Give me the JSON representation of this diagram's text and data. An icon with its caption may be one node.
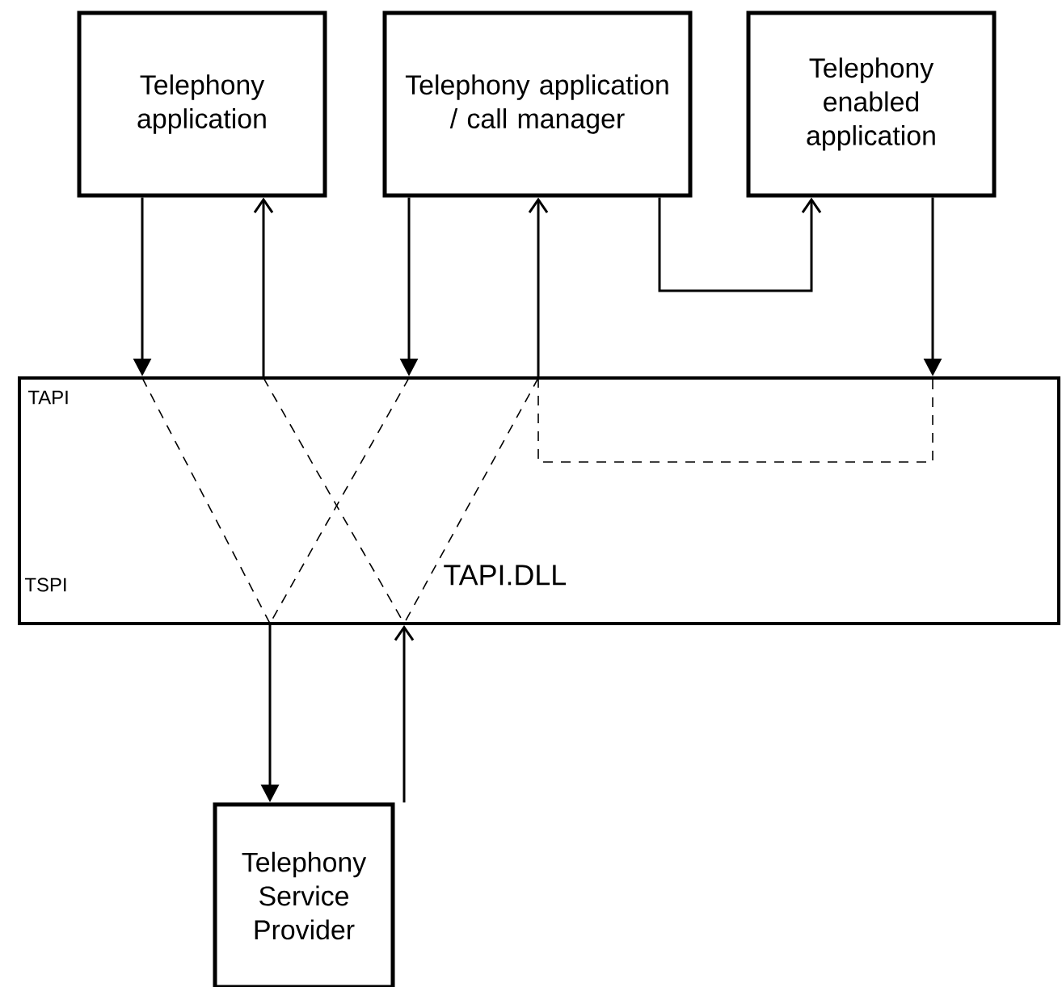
{
  "diagram": {
    "nodes": [
      {
        "text": [
          "Telephony application"
        ]
      },
      {
        "text": [
          "Telephony application / call manager"
        ]
      },
      {
        "text": [
          "Telephony enabled application"
        ]
      },
      {
        "text": [
          "TAPI",
          "TSPI",
          "TAPI.DLL"
        ]
      },
      {
        "text": [
          "Telephony Service Provider"
        ]
      }
    ],
    "edges": [
      {
        "from": 0,
        "to": 3,
        "arrow": "to"
      },
      {
        "from": 3,
        "to": 0,
        "arrow": "to"
      },
      {
        "from": 1,
        "to": 3,
        "arrow": "to"
      },
      {
        "from": 3,
        "to": 1,
        "arrow": "to"
      },
      {
        "from": 1,
        "to": 2,
        "arrow": "to"
      },
      {
        "from": 2,
        "to": 3,
        "arrow": "to"
      },
      {
        "from": 3,
        "to": 4,
        "arrow": "to"
      },
      {
        "from": 4,
        "to": 3,
        "arrow": "to"
      }
    ]
  }
}
